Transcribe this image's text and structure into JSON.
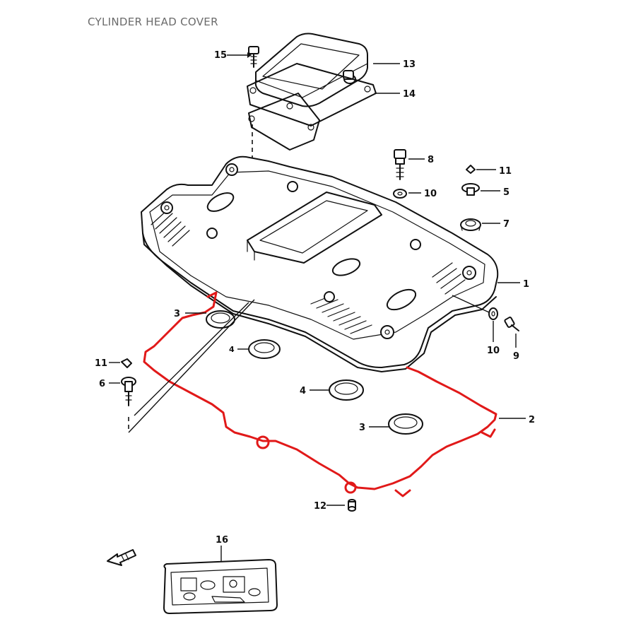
{
  "title": "CYLINDER HEAD COVER",
  "callouts": {
    "c1": "1",
    "c2": "2",
    "c3a": "3",
    "c3b": "3",
    "c4a": "4",
    "c4b": "4",
    "c5": "5",
    "c6": "6",
    "c7": "7",
    "c8": "8",
    "c9": "9",
    "c10a": "10",
    "c10b": "10",
    "c11a": "11",
    "c11b": "11",
    "c12": "12",
    "c13": "13",
    "c14": "14",
    "c15": "15",
    "c16": "16"
  },
  "colors": {
    "gasket_highlight": "#e11919",
    "ink": "#111111",
    "title": "#6b6b6b"
  },
  "icons": {
    "front_arrow": "front-direction-arrow-icon"
  }
}
